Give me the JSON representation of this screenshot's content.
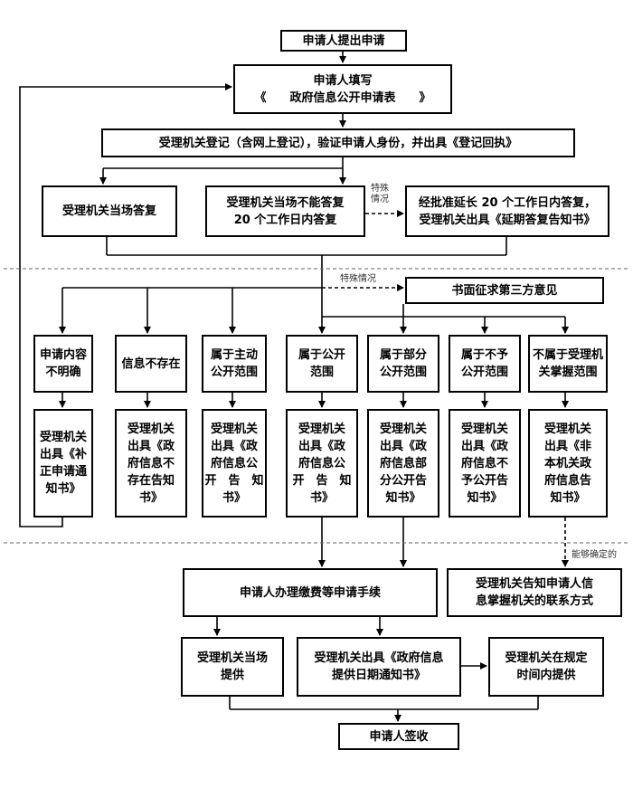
{
  "nodes": {
    "submit": "申请人提出申请",
    "fill": [
      "申请人填写",
      "《　　政府信息公开申请表　　》"
    ],
    "register": "受理机关登记（含网上登记），验证申请人身份，并出具《登记回执》",
    "on_spot_reply": "受理机关当场答复",
    "cannot_on_spot": [
      "受理机关当场不能答复",
      "20 个工作日内答复"
    ],
    "extension": [
      "经批准延长 20 个工作日内答复，",
      "受理机关出具《延期答复告知书》"
    ],
    "third_party": "书面征求第三方意见",
    "unclear": [
      "申请内容",
      "不明确"
    ],
    "not_exist": "信息不存在",
    "proactive": [
      "属于主动",
      "公开范围"
    ],
    "public": [
      "属于公开",
      "范围"
    ],
    "partial": [
      "属于部分",
      "公开范围"
    ],
    "not_public": [
      "属于不予",
      "公开范围"
    ],
    "not_held": [
      "不属于受理机",
      "关掌握范围"
    ],
    "notice_supplement": [
      "受理机关",
      "出具《补",
      "正申请通",
      "知书》"
    ],
    "notice_not_exist": [
      "受理机关",
      "出具《政",
      "府信息不",
      "存在告知",
      "书》"
    ],
    "notice_proactive": [
      "受理机关",
      "出具《政",
      "府信息公",
      "开　告　知",
      "书》"
    ],
    "notice_public": [
      "受理机关",
      "出具《政",
      "府信息公",
      "开　告　知",
      "书》"
    ],
    "notice_partial": [
      "受理机关",
      "出具《政",
      "府信息部",
      "分公开告",
      "知书》"
    ],
    "notice_not_public": [
      "受理机关",
      "出具《政",
      "府信息不",
      "予公开告",
      "知书》"
    ],
    "notice_not_held": [
      "受理机关",
      "出具《非",
      "本机关政",
      "府信息告",
      "知书》"
    ],
    "fees": "申请人办理缴费等申请手续",
    "inform_contact": [
      "受理机关告知申请人信",
      "息掌握机关的联系方式"
    ],
    "provide_on_spot": [
      "受理机关当场",
      "提供"
    ],
    "provide_date": [
      "受理机关出具《政府信息",
      "提供日期通知书》"
    ],
    "provide_in_time": [
      "受理机关在规定",
      "时间内提供"
    ],
    "sign": "申请人签收"
  },
  "notes": {
    "special_1": [
      "特殊",
      "情况"
    ],
    "special_2": "特殊情况",
    "can_determine": "能够确定的"
  }
}
